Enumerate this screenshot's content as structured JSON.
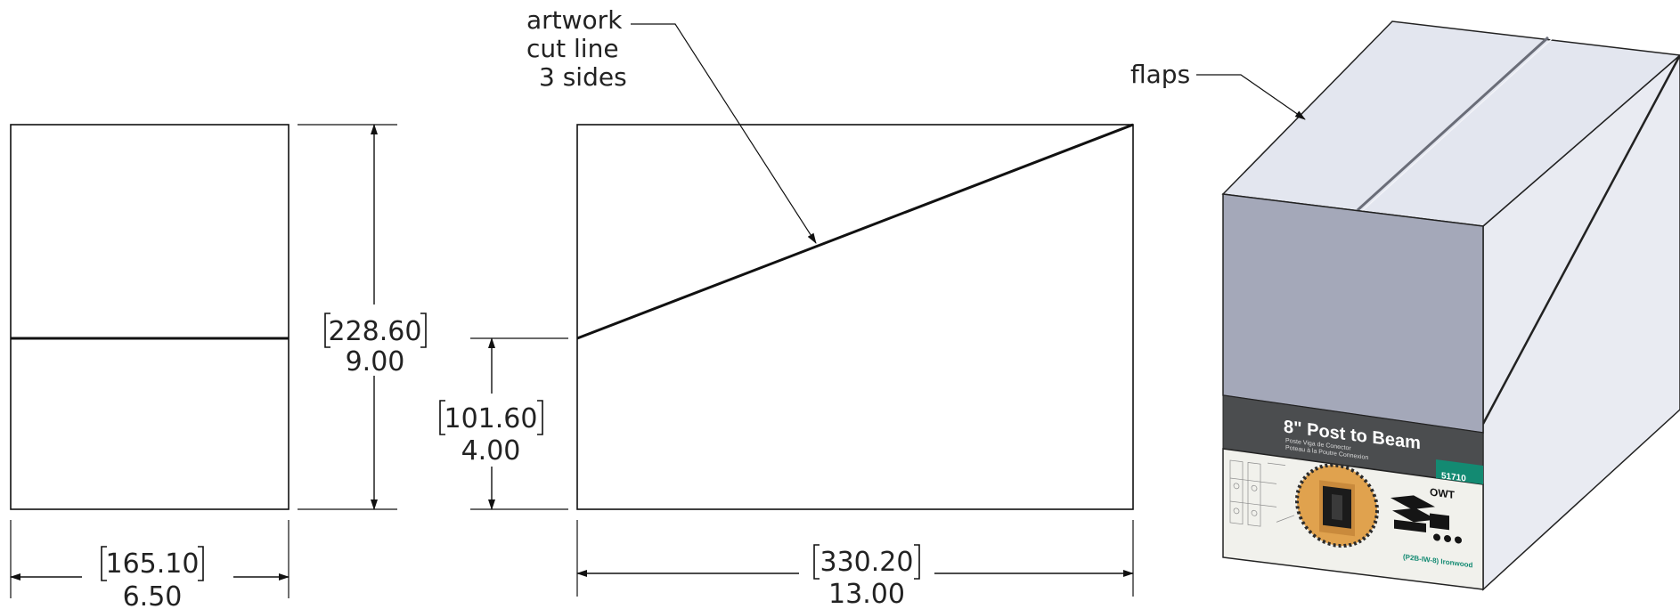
{
  "left_view": {
    "width_mm": "165.10",
    "width_in": "6.50",
    "height_mm": "228.60",
    "height_in": "9.00"
  },
  "side_view": {
    "width_mm": "330.20",
    "width_in": "13.00",
    "height_mm": "101.60",
    "height_in": "4.00",
    "callout": [
      "artwork",
      "cut line",
      "3 sides"
    ]
  },
  "iso_view": {
    "callout": "flaps",
    "product": {
      "title": "8\" Post to Beam",
      "subtitle_1": "Poste Viga de Conector",
      "subtitle_2": "Poteau à la Poutre Connexion",
      "sku": "51710",
      "brand": "OWT",
      "model": "(P2B-IW-8) Ironwood"
    }
  },
  "colors": {
    "line": "#111111",
    "box_top": "#e3e6ef",
    "box_front": "#a4a8b9",
    "box_side": "#e9ebf2",
    "label_band": "#4b4d4f",
    "sku_tag": "#138a72",
    "accent_orange": "#e0a24e"
  }
}
